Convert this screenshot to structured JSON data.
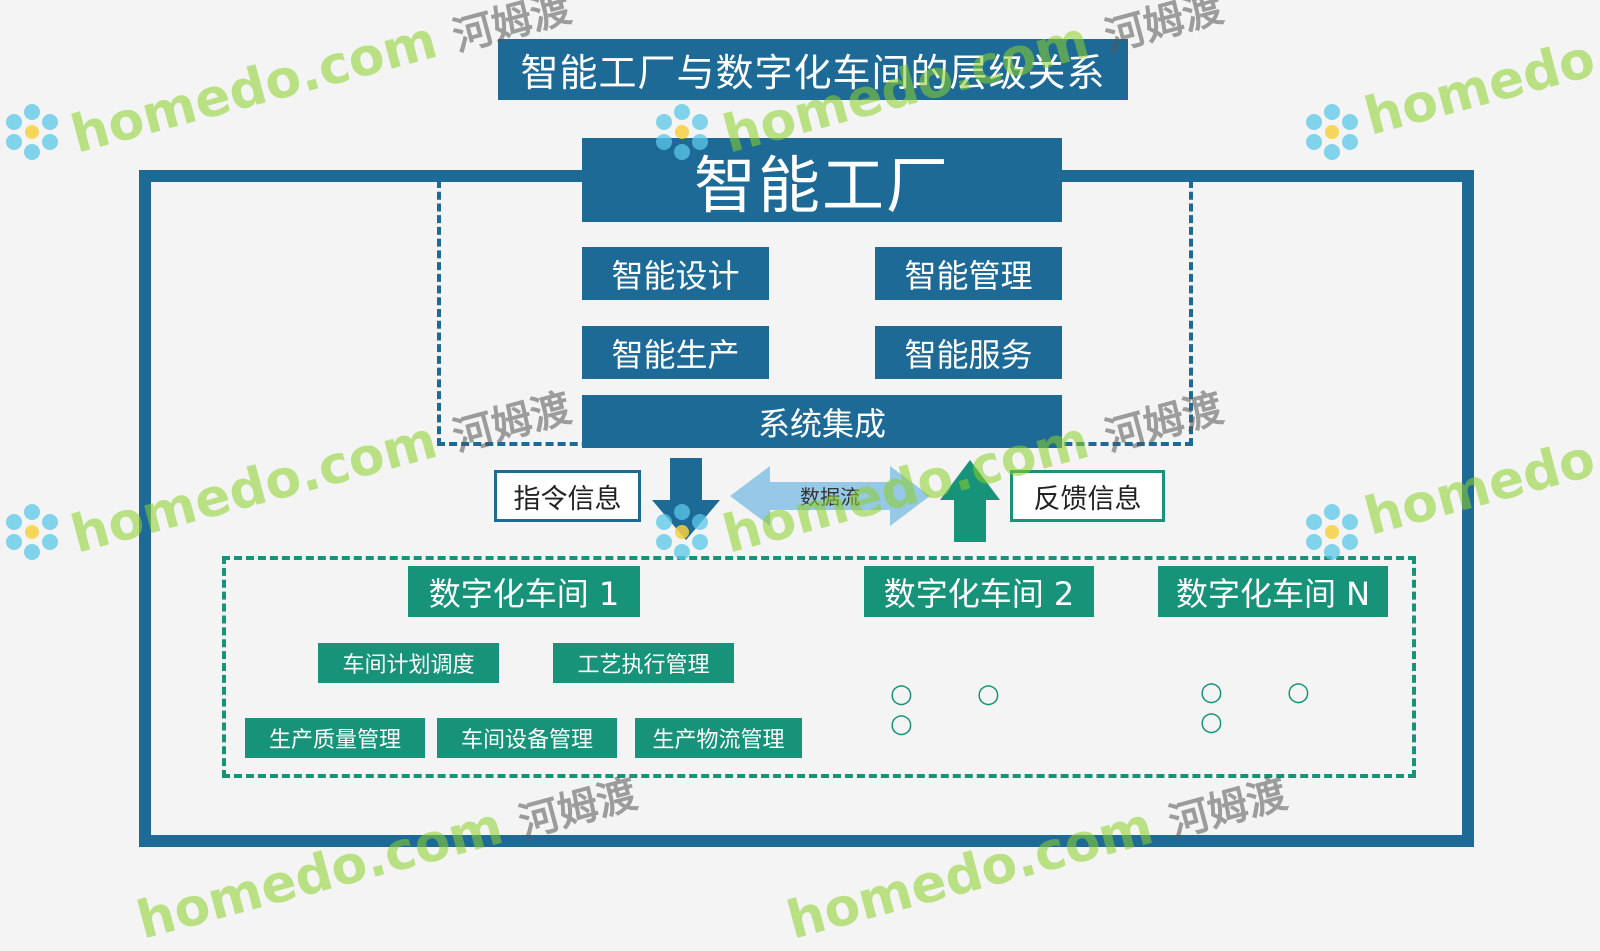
{
  "title": "智能工厂与数字化车间的层级关系",
  "factory": {
    "label": "智能工厂",
    "functions": [
      "智能设计",
      "智能管理",
      "智能生产",
      "智能服务"
    ],
    "integration": "系统集成"
  },
  "links": {
    "command_info": "指令信息",
    "data_flow": "数据流",
    "feedback_info": "反馈信息"
  },
  "workshops": [
    {
      "label": "数字化车间 1",
      "modules": [
        "车间计划调度",
        "工艺执行管理",
        "生产质量管理",
        "车间设备管理",
        "生产物流管理"
      ]
    },
    {
      "label": "数字化车间 2",
      "ellipsis": "○ ○ ○"
    },
    {
      "label": "数字化车间 N",
      "ellipsis": "○ ○ ○"
    }
  ],
  "watermark": {
    "text_en": "homedo.com",
    "text_cn": "河姆渡"
  },
  "colors": {
    "factory_blue": "#1e6a96",
    "workshop_green": "#17937a",
    "flow_light_blue": "#8cc4e6"
  }
}
